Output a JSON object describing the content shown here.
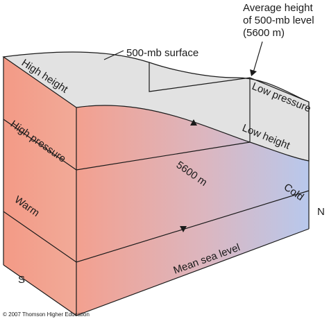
{
  "labels": {
    "surface": "500-mb surface",
    "avg_line1": "Average height",
    "avg_line2": "of 500-mb level",
    "avg_line3": "(5600 m)",
    "high_height": "High height",
    "high_pressure": "High pressure",
    "low_pressure": "Low pressure",
    "low_height": "Low height",
    "level_5600": "5600 m",
    "warm": "Warm",
    "cold": "Cold",
    "mean_sea_level": "Mean sea level",
    "north": "N",
    "south": "S",
    "copyright": "© 2007 Thomson Higher Education"
  },
  "colors": {
    "warm": "#f3a08f",
    "cold": "#b8c8ec",
    "surface": "#e2e2e2",
    "line": "#1a1a1a"
  }
}
